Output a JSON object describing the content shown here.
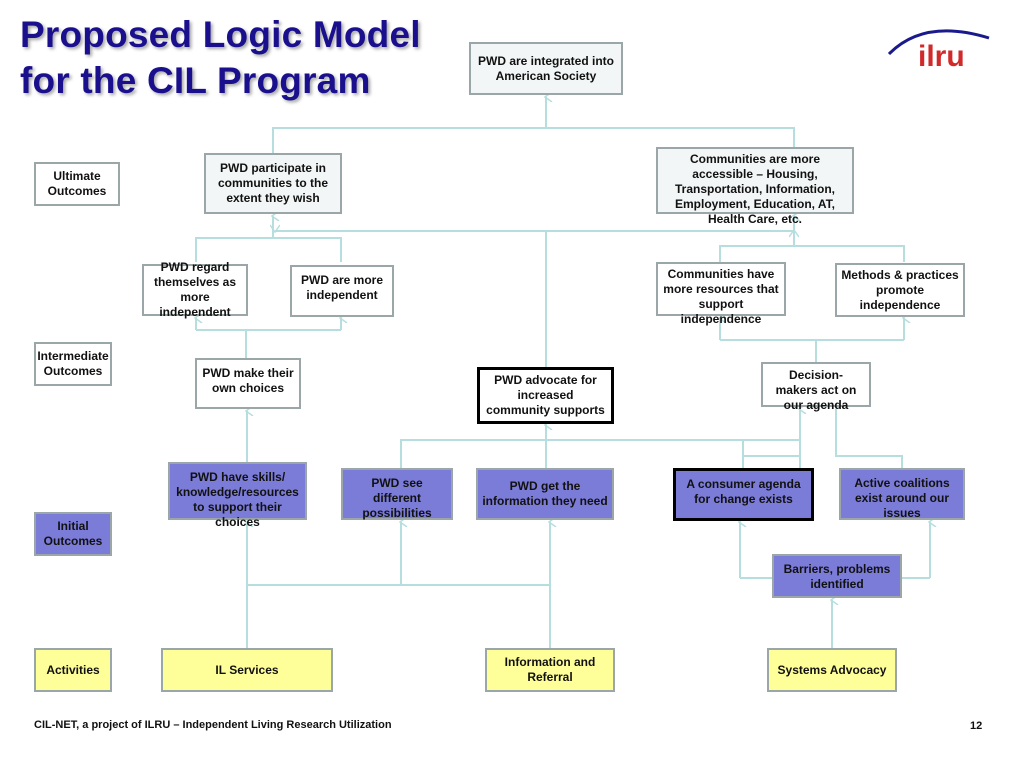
{
  "title": {
    "line1": "Proposed Logic Model",
    "line2": "for the CIL Program"
  },
  "logo": {
    "text": "ilru"
  },
  "row_labels": {
    "ultimate": "Ultimate Outcomes",
    "intermediate": "Intermediate Outcomes",
    "initial": "Initial Outcomes",
    "activities": "Activities"
  },
  "boxes": {
    "integrated": "PWD are integrated into American Society",
    "participate": "PWD participate in communities to the extent they wish",
    "accessible": "Communities are more accessible – Housing, Transportation, Information, Employment, Education, AT, Health Care, etc.",
    "regard": "PWD regard themselves as more independent",
    "more_independent": "PWD are more independent",
    "resources": "Communities have more resources that support independence",
    "methods": "Methods & practices promote independence",
    "choices": "PWD make their own choices",
    "advocate": "PWD advocate for increased community supports",
    "decision_makers": "Decision- makers act on our agenda",
    "skills": "PWD have skills/ knowledge/resources to support their choices",
    "possibilities": "PWD see different possibilities",
    "information": "PWD get the information they need",
    "agenda": "A consumer agenda for change exists",
    "coalitions": "Active coalitions exist around our issues",
    "barriers": "Barriers, problems identified",
    "il_services": "IL Services",
    "info_referral": "Information and Referral",
    "systems": "Systems Advocacy"
  },
  "footer": "CIL-NET, a project of ILRU – Independent Living Research Utilization",
  "page_number": "12",
  "colors": {
    "title": "#1a0f8c",
    "initial_fill": "#7b7bd8",
    "activity_fill": "#ffff99",
    "connector": "#b7dede",
    "logo_red": "#d12a2a",
    "logo_arc": "#1a1a8c"
  }
}
